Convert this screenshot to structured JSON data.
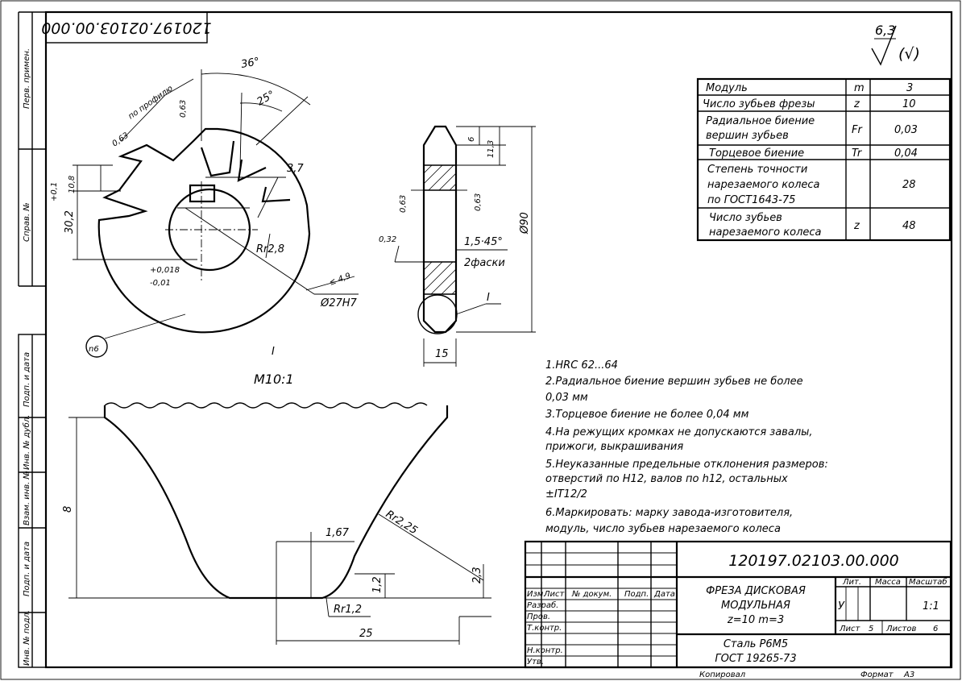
{
  "drawing_number": "120197.02103.00.000",
  "drawing_number_stamp": "120197.02103.00.000",
  "roughness": {
    "value": "6,3",
    "mark": "(√)"
  },
  "side_stamps": [
    "Перв. примен.",
    "Справ. №",
    "Подп. и дата",
    "Инв. № дубл.",
    "Взам. инв. №",
    "Подп. и дата",
    "Инв. № подл."
  ],
  "params_table": [
    {
      "name": "Модуль",
      "symbol": "m",
      "value": "3"
    },
    {
      "name": "Число зубьев фрезы",
      "symbol": "z",
      "value": "10"
    },
    {
      "name": [
        "Радиальное биение",
        "вершин зубьев"
      ],
      "symbol": "Fr",
      "value": "0,03"
    },
    {
      "name": "Торцевое биение",
      "symbol": "Tr",
      "value": "0,04"
    },
    {
      "name": [
        "Степень точности",
        "нарезаемого колеса",
        "по ГОСТ1643-75"
      ],
      "symbol": "",
      "value": "28"
    },
    {
      "name": [
        "Число зубьев",
        "нарезаемого колеса"
      ],
      "symbol": "z",
      "value": "48"
    }
  ],
  "front_view": {
    "angle_36": "36°",
    "angle_25": "25°",
    "profile_note": "по профилю",
    "rough_063_a": "0,63",
    "rough_063_b": "0,63",
    "dim_108": "10,8",
    "dim_tol_01": "+0,1",
    "dim_302": "30,2",
    "dim_37": "3,7",
    "radius_28": "Rr2,8",
    "tol_upper": "+0,018",
    "tol_lower": "-0,01",
    "bore": "Ø27H7",
    "note_049": "≤ 4,9",
    "n6_mark": "n6"
  },
  "section_view": {
    "dim_6": "6",
    "dim_113": "11,3",
    "dim_90": "Ø90",
    "rough_a": "0,63",
    "rough_b": "0,63",
    "rough_032": "0,32",
    "chamfer": "1,5·45°",
    "chamfer_note": "2фаски",
    "callout_i": "I",
    "width_15": "15"
  },
  "detail": {
    "title_i": "I",
    "scale": "M10:1",
    "height": "8",
    "dim_167": "1,67",
    "radius_225": "Rr2,25",
    "radius_12": "Rr1,2",
    "dim_12": "1,2",
    "dim_23": "2,3",
    "dim_25": "25"
  },
  "notes": [
    "1.HRC 62...64",
    "2.Радиальное биение вершин зубьев не более",
    "  0,03 мм",
    "3.Торцевое биение не более 0,04 мм",
    "4.На режущих кромках не допускаются завалы,",
    "  прижоги, выкрашивания",
    "5.Неуказанные предельные отклонения размеров:",
    "  отверстий по Н12, валов по h12, остальных",
    "  ±IT12/2",
    "6.Маркировать: марку завода-изготовителя,",
    "  модуль, число зубьев нарезаемого колеса"
  ],
  "title_block": {
    "designation": "120197.02103.00.000",
    "name_lines": [
      "ФРЕЗА ДИСКОВАЯ",
      "МОДУЛЬНАЯ",
      "z=10  m=3"
    ],
    "material": [
      "Сталь Р6М5",
      "ГОСТ 19265-73"
    ],
    "col_headers": [
      "Изм.",
      "Лист",
      "№ докум.",
      "Подп.",
      "Дата"
    ],
    "roles": [
      "Разраб.",
      "Пров.",
      "Т.контр.",
      "Н.контр.",
      "Утв."
    ],
    "lit_label": "Лит.",
    "mass_label": "Масса",
    "scale_label": "Масштаб",
    "lit_value": "У",
    "scale_value": "1:1",
    "sheet_label": "Лист",
    "sheet_value": "5",
    "sheets_label": "Листов",
    "sheets_value": "6"
  },
  "footer": {
    "copied": "Копировал",
    "format_label": "Формат",
    "format_value": "А3"
  }
}
